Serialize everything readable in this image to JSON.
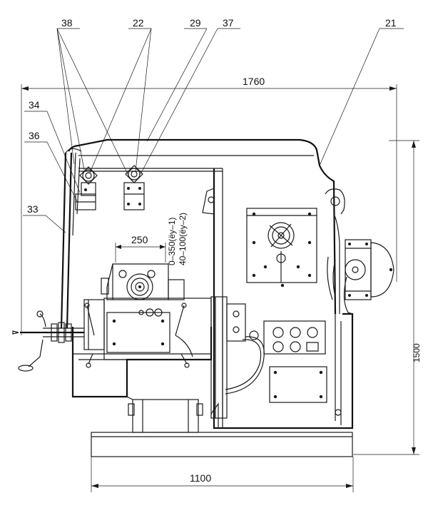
{
  "callouts": {
    "c38": "38",
    "c22": "22",
    "c29": "29",
    "c37": "37",
    "c21": "21",
    "c34": "34",
    "c36": "36",
    "c33": "33"
  },
  "dimensions": {
    "overall_length": "1760",
    "base_length": "1100",
    "height": "1500",
    "travel": "250",
    "speed_range_1": "0–350(ёу–1)",
    "speed_range_2": "40–100(ёу–2)"
  },
  "colors": {
    "ink": "#1a1a1a",
    "paper": "#ffffff"
  }
}
